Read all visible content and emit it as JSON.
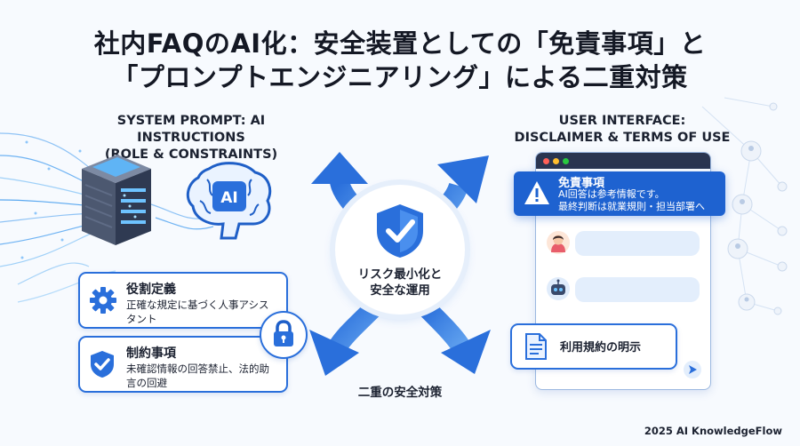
{
  "title": {
    "line1": "社内FAQのAI化：安全装置としての「免責事項」と",
    "line2": "「プロンプトエンジニアリング」による二重対策"
  },
  "left_panel": {
    "heading_line1": "SYSTEM PROMPT: AI INSTRUCTIONS",
    "heading_line2": "(ROLE & CONSTRAINTS)",
    "brain_label": "AI",
    "role_card": {
      "title": "役割定義",
      "body": "正確な規定に基づく人事アシスタント"
    },
    "constraint_card": {
      "title": "制約事項",
      "body": "未確認情報の回答禁止、法的助言の回避"
    }
  },
  "center": {
    "label_line1": "リスク最小化と",
    "label_line2": "安全な運用",
    "bottom_label": "二重の安全対策"
  },
  "right_panel": {
    "heading_line1": "USER INTERFACE:",
    "heading_line2": "DISCLAIMER & TERMS OF USE",
    "disclaimer": {
      "title": "免責事項",
      "line1": "AI回答は参考情報です。",
      "line2": "最終判断は就業規則・担当部署へ"
    },
    "terms_label": "利用規約の明示"
  },
  "footer": "2025 AI KnowledgeFlow",
  "colors": {
    "accent": "#2a6fdb",
    "dark_blue": "#1e5fc9",
    "light_blue": "#e3eefc"
  }
}
